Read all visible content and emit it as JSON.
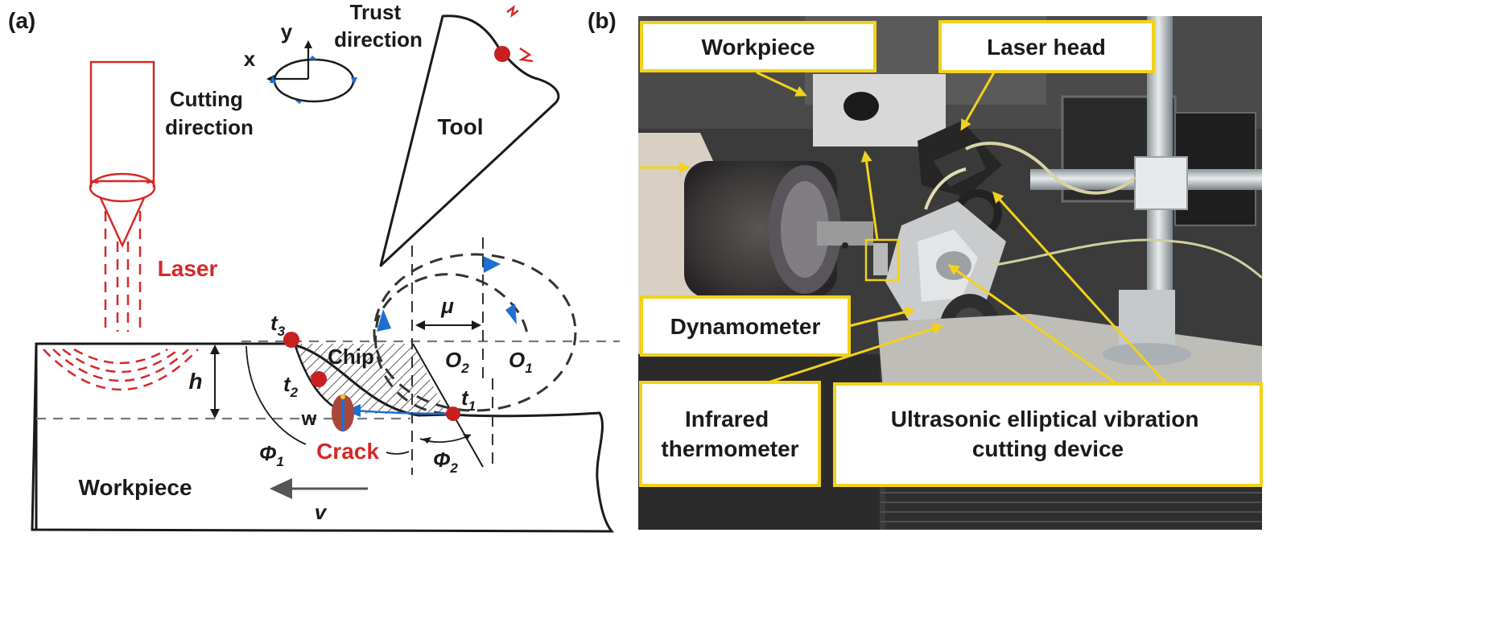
{
  "panel_a": {
    "label": "(a)",
    "axis_x": "x",
    "axis_y": "y",
    "trust_direction": [
      "Trust",
      "direction"
    ],
    "cutting_direction": [
      "Cutting",
      "direction"
    ],
    "tool": "Tool",
    "laser": "Laser",
    "chip": "Chip",
    "mu": "μ",
    "o2": "O",
    "o2_sub": "2",
    "o1": "O",
    "o1_sub": "1",
    "t3": "t",
    "t3_sub": "3",
    "t2": "t",
    "t2_sub": "2",
    "t1": "t",
    "t1_sub": "1",
    "h": "h",
    "w": "w",
    "crack": "Crack",
    "phi1": "Φ",
    "phi1_sub": "1",
    "phi2": "Φ",
    "phi2_sub": "2",
    "workpiece": "Workpiece",
    "v": "v",
    "colors": {
      "laser_red": "#d62828",
      "arrow_blue": "#1e6fd0",
      "crack_brown": "#a8473d"
    }
  },
  "panel_b": {
    "label": "(b)",
    "callouts": {
      "workpiece": [
        "Workpiece"
      ],
      "laser_head": [
        "Laser head"
      ],
      "dynamometer": [
        "Dynamometer"
      ],
      "infrared_thermometer": [
        "Infrared",
        "thermometer"
      ],
      "ultrasonic_device": [
        "Ultrasonic elliptical vibration",
        "cutting device"
      ]
    },
    "colors": {
      "callout_border": "#f2d21b"
    }
  }
}
